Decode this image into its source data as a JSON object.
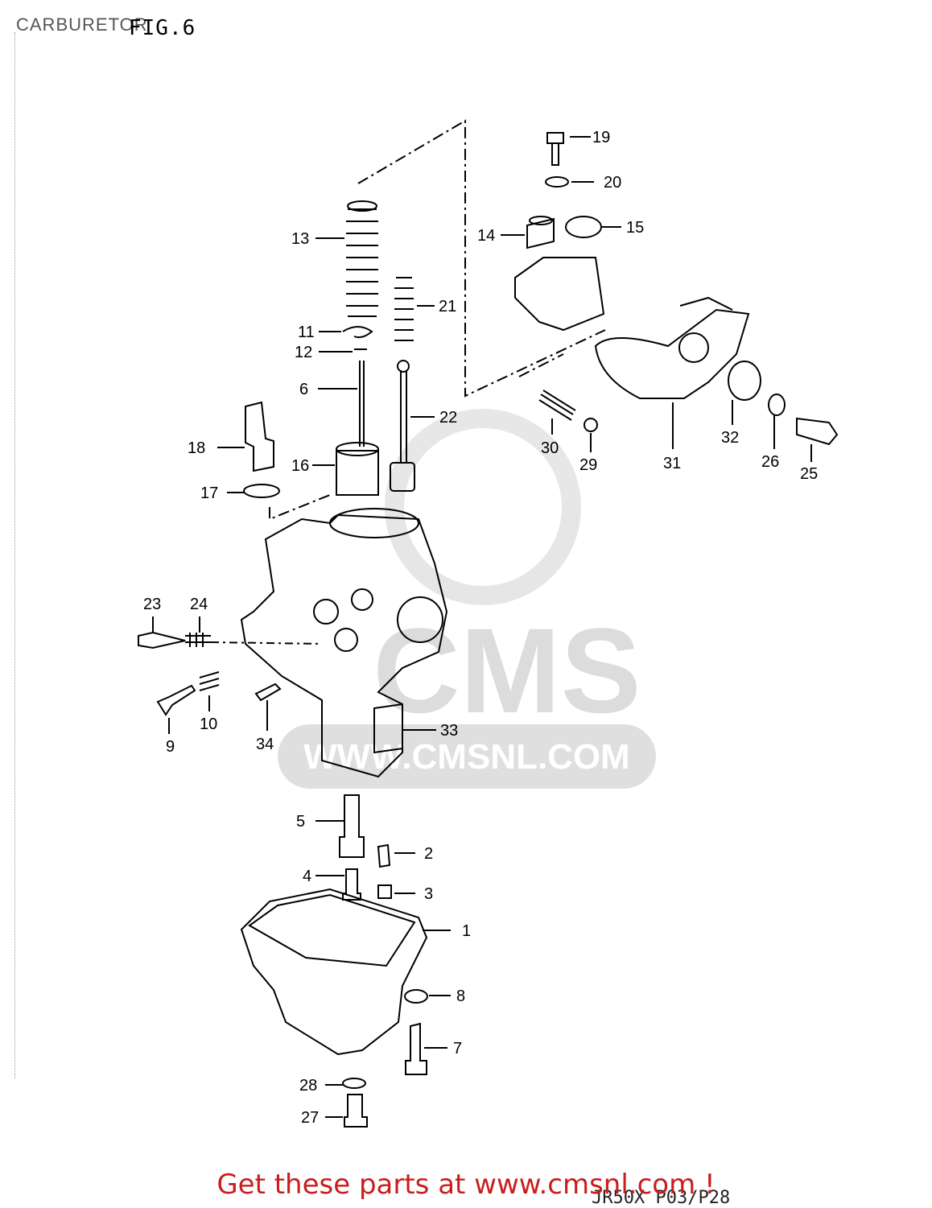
{
  "header": {
    "title": "CARBURETOR",
    "figure": "FIG.6"
  },
  "parts": [
    {
      "id": "callout-1",
      "label": "1"
    },
    {
      "id": "callout-2",
      "label": "2"
    },
    {
      "id": "callout-3",
      "label": "3"
    },
    {
      "id": "callout-4",
      "label": "4"
    },
    {
      "id": "callout-5",
      "label": "5"
    },
    {
      "id": "callout-6",
      "label": "6"
    },
    {
      "id": "callout-7",
      "label": "7"
    },
    {
      "id": "callout-8",
      "label": "8"
    },
    {
      "id": "callout-9",
      "label": "9"
    },
    {
      "id": "callout-10",
      "label": "10"
    },
    {
      "id": "callout-11",
      "label": "11"
    },
    {
      "id": "callout-12",
      "label": "12"
    },
    {
      "id": "callout-13",
      "label": "13"
    },
    {
      "id": "callout-14",
      "label": "14"
    },
    {
      "id": "callout-15",
      "label": "15"
    },
    {
      "id": "callout-16",
      "label": "16"
    },
    {
      "id": "callout-17",
      "label": "17"
    },
    {
      "id": "callout-18",
      "label": "18"
    },
    {
      "id": "callout-19",
      "label": "19"
    },
    {
      "id": "callout-20",
      "label": "20"
    },
    {
      "id": "callout-21",
      "label": "21"
    },
    {
      "id": "callout-22",
      "label": "22"
    },
    {
      "id": "callout-23",
      "label": "23"
    },
    {
      "id": "callout-24",
      "label": "24"
    },
    {
      "id": "callout-25",
      "label": "25"
    },
    {
      "id": "callout-26",
      "label": "26"
    },
    {
      "id": "callout-27",
      "label": "27"
    },
    {
      "id": "callout-28",
      "label": "28"
    },
    {
      "id": "callout-29",
      "label": "29"
    },
    {
      "id": "callout-30",
      "label": "30"
    },
    {
      "id": "callout-31",
      "label": "31"
    },
    {
      "id": "callout-32",
      "label": "32"
    },
    {
      "id": "callout-33",
      "label": "33"
    },
    {
      "id": "callout-34",
      "label": "34"
    }
  ],
  "watermark": {
    "brand": "CMS",
    "url": "WWW.CMSNL.COM"
  },
  "footer": {
    "banner": "Get these parts at www.cmsnl.com !",
    "drawing_code": "JR50X P03/P28"
  },
  "colors": {
    "ink": "#000000",
    "banner": "#c81e1e",
    "watermark": "#d8d8d8"
  }
}
